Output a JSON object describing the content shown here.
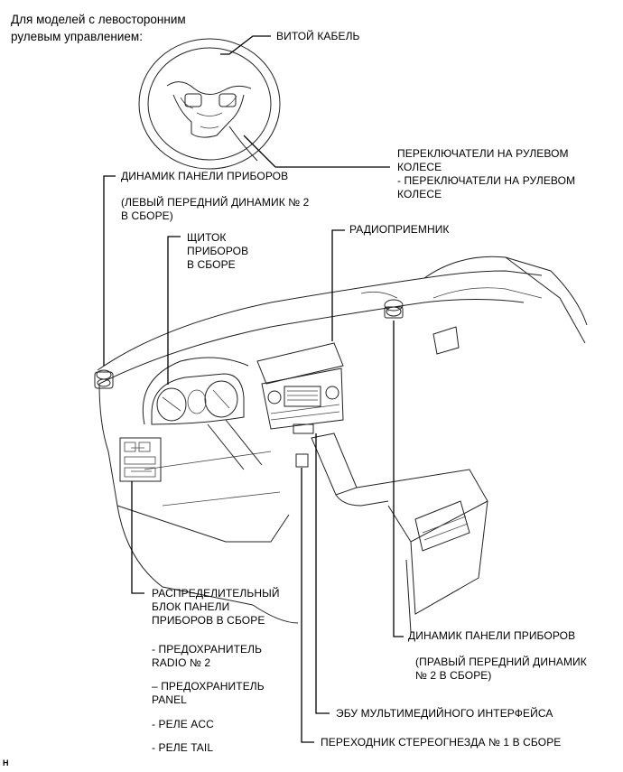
{
  "diagram": {
    "header": "Для моделей с левосторонним\nрулевым управлением:",
    "labels": {
      "spiral_cable": "ВИТОЙ КАБЕЛЬ",
      "steering_switches": "ПЕРЕКЛЮЧАТЕЛИ НА РУЛЕВОМ\nКОЛЕСЕ\n- ПЕРЕКЛЮЧАТЕЛИ НА РУЛЕВОМ\nКОЛЕСЕ",
      "left_speaker": "ДИНАМИК ПАНЕЛИ ПРИБОРОВ",
      "left_speaker_sub": "(ЛЕВЫЙ ПЕРЕДНИЙ ДИНАМИК № 2\nВ СБОРЕ)",
      "radio": "РАДИОПРИЕМНИК",
      "meter": "ЩИТОК\nПРИБОРОВ\nВ СБОРЕ",
      "junction_block": "РАСПРЕДЕЛИТЕЛЬНЫЙ\nБЛОК ПАНЕЛИ\nПРИБОРОВ В СБОРЕ",
      "fuse_radio": "- ПРЕДОХРАНИТЕЛЬ\nRADIO № 2",
      "fuse_panel": "– ПРЕДОХРАНИТЕЛЬ\nPANEL",
      "relay_acc": "- РЕЛЕ ACC",
      "relay_tail": "- РЕЛЕ TAIL",
      "right_speaker": "ДИНАМИК ПАНЕЛИ ПРИБОРОВ",
      "right_speaker_sub": "(ПРАВЫЙ ПЕРЕДНИЙ ДИНАМИК\n№ 2 В СБОРЕ)",
      "multimedia_ecu": "ЭБУ МУЛЬТИМЕДИЙНОГО ИНТЕРФЕЙСА",
      "stereo_jack": "ПЕРЕХОДНИК СТЕРЕОГНЕЗДА № 1 В СБОРЕ"
    },
    "corner_mark": "H"
  }
}
